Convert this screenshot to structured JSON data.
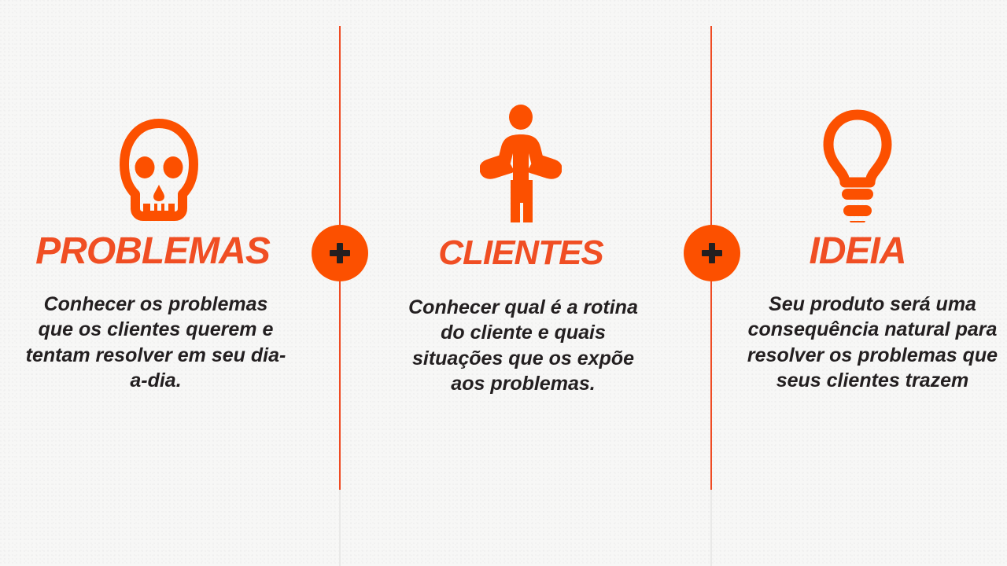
{
  "slide": {
    "background_color": "#f7f7f6",
    "accent_color": "#f04e23",
    "badge_color": "#fc5000",
    "text_color": "#231f20"
  },
  "columns": [
    {
      "icon": "skull-icon",
      "heading": "PROBLEMAS",
      "body": "Conhecer os problemas que os clientes querem e tentam resolver em seu dia-a-dia."
    },
    {
      "icon": "person-shrug-icon",
      "heading": "CLIENTES",
      "body": "Conhecer qual é a rotina do cliente e quais situações que os expõe aos problemas."
    },
    {
      "icon": "lightbulb-icon",
      "heading": "IDEIA",
      "body": "Seu produto será uma consequência natural para resolver os problemas que seus clientes trazem"
    }
  ],
  "connectors": [
    {
      "symbol": "+"
    },
    {
      "symbol": "+"
    }
  ]
}
